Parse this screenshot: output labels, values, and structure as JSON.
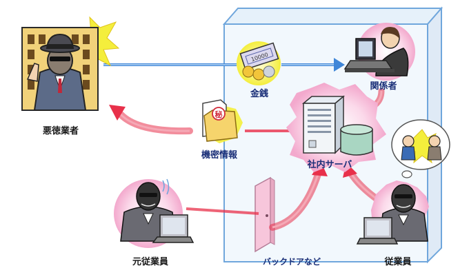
{
  "labels": {
    "villain": "悪徳業者",
    "money": "金銭",
    "insider": "関係者",
    "secret_info": "機密情報",
    "secret_stamp": "秘",
    "server": "社内サーバ",
    "former_employee": "元従業員",
    "employee": "従業員",
    "backdoor": "バックドアなど"
  },
  "colors": {
    "building_outline": "#6fa6dc",
    "building_fill": "#eef6fc",
    "blue_arrow": "#3f86d8",
    "red_arrow": "#e8304a",
    "label_blue": "#1a2f78",
    "burst_yellow": "#f4ee3c",
    "burst_pink": "#f7b6d6",
    "suit_gray": "#6a6a72"
  },
  "icons": [
    "villain-boss-icon",
    "building-icon",
    "money-icon",
    "insider-at-laptop-icon",
    "secret-folder-icon",
    "server-icon",
    "database-icon",
    "thought-bubble-icon",
    "former-employee-icon",
    "employee-icon",
    "door-icon"
  ]
}
